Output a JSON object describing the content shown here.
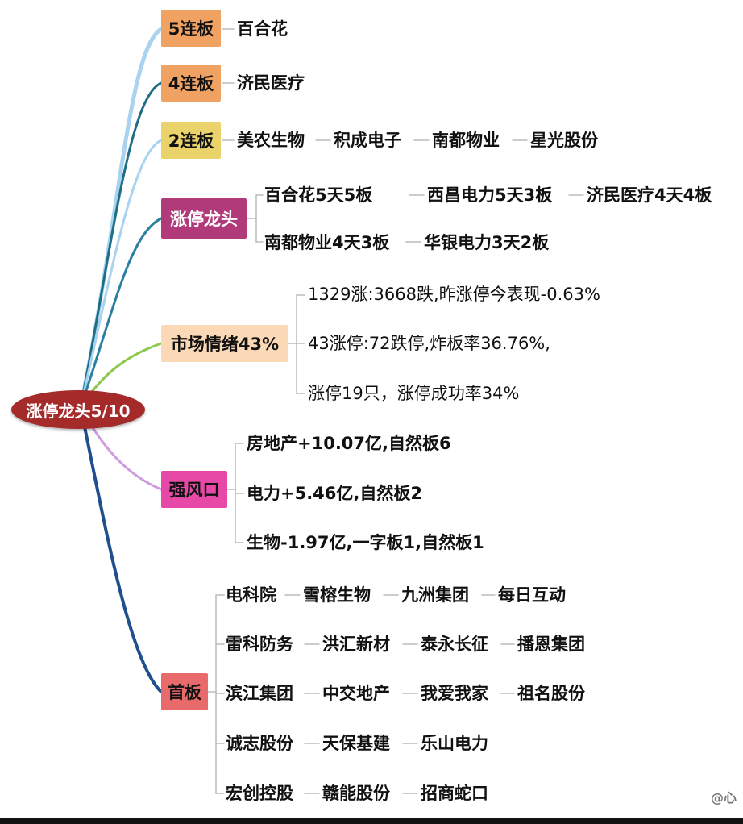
{
  "root": {
    "label": "涨停龙头5/10"
  },
  "branches": {
    "b5": {
      "label": "5连板",
      "color": "#f0a262",
      "items": [
        "百合花"
      ]
    },
    "b4": {
      "label": "4连板",
      "color": "#f0a262",
      "items": [
        "济民医疗"
      ]
    },
    "b2": {
      "label": "2连板",
      "color": "#ead36a",
      "items": [
        "美农生物",
        "积成电子",
        "南都物业",
        "星光股份"
      ]
    },
    "leader": {
      "label": "涨停龙头",
      "color": "#b03a7a",
      "rows": [
        [
          "百合花5天5板",
          "西昌电力5天3板",
          "济民医疗4天4板"
        ],
        [
          "南都物业4天3板",
          "华银电力3天2板"
        ]
      ]
    },
    "mood": {
      "label": "市场情绪43%",
      "color": "#fcd9b6",
      "lines": [
        "1329涨:3668跌,昨涨停今表现-0.63%",
        "43涨停:72跌停,炸板率36.76%,",
        "涨停19只，涨停成功率34%"
      ]
    },
    "wind": {
      "label": "强风口",
      "color": "#e64aa6",
      "lines": [
        "房地产+10.07亿,自然板6",
        "电力+5.46亿,自然板2",
        "生物-1.97亿,一字板1,自然板1"
      ]
    },
    "first": {
      "label": "首板",
      "color": "#e86a6a",
      "rows": [
        [
          "电科院",
          "雪榕生物",
          "九洲集团",
          "每日互动"
        ],
        [
          "雷科防务",
          "洪汇新材",
          "泰永长征",
          "播恩集团"
        ],
        [
          "滨江集团",
          "中交地产",
          "我爱我家",
          "祖名股份"
        ],
        [
          "诚志股份",
          "天保基建",
          "乐山电力"
        ],
        [
          "宏创控股",
          "赣能股份",
          "招商蛇口"
        ]
      ]
    }
  },
  "connector_colors": {
    "b5": "#a9d3ee",
    "b4": "#1e6f86",
    "b2": "#a9d3ee",
    "leader": "#2c7fa0",
    "mood": "#8cc84b",
    "wind": "#cf9be0",
    "first": "#1f4f8f"
  },
  "watermark": "@心"
}
